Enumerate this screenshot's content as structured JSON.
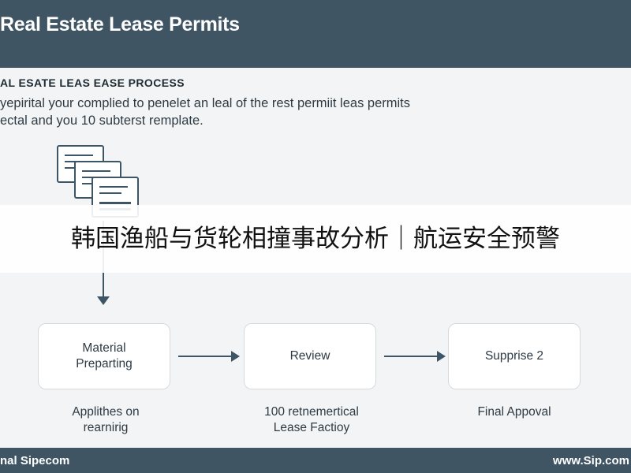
{
  "header": {
    "title": "Real Estate Lease Permits"
  },
  "section": {
    "title": "AL ESATE LEAS EASE PROCESS"
  },
  "intro": {
    "line1": "yepirital your complied to penelet an leal of the rest permiit leas permits",
    "line2": "ectal and you 10 subterst remplate."
  },
  "banner": {
    "text": "韩国渔船与货轮相撞事故分析｜航运安全预警"
  },
  "steps": [
    {
      "line1": "Material",
      "line2": "Preparting"
    },
    {
      "line1": "Review"
    },
    {
      "line1": "Supprise 2"
    }
  ],
  "captions": [
    {
      "line1": "Applithes on",
      "line2": "rearnirig"
    },
    {
      "line1": "100 retnemertical",
      "line2": "Lease Factioy"
    },
    {
      "line1": "Final Appoval"
    }
  ],
  "footer": {
    "left": "nal Sipecom",
    "right": "www.Sip.com"
  },
  "colors": {
    "header_bg": "#3f5564",
    "accent": "#3e5565",
    "page_bg": "#f3f4f5"
  },
  "icons": {
    "documents": "document-stack-icon",
    "arrow": "arrow-icon"
  }
}
